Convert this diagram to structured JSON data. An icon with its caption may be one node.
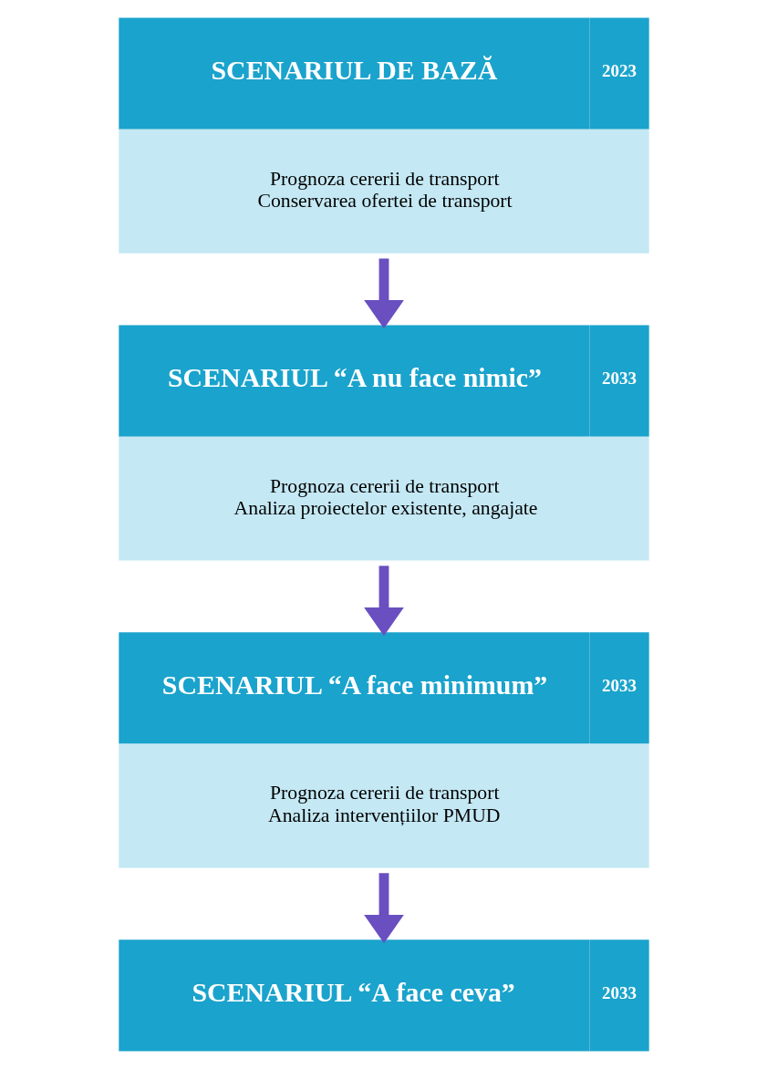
{
  "diagram": {
    "nodes": [
      {
        "text": [
          "SCENARIUL DE BAZĂ",
          "2023",
          "Prognoza cererii de transport",
          "Conservarea ofertei de transport"
        ]
      },
      {
        "text": [
          "SCENARIUL “A nu face nimic”",
          "2033",
          "Prognoza cererii de transport",
          "Analiza proiectelor existente, angajate"
        ]
      },
      {
        "text": [
          "SCENARIUL “A face minimum”",
          "2033",
          "Prognoza cererii de transport",
          "Analiza intervențiilor PMUD"
        ]
      },
      {
        "text": [
          "SCENARIUL “A face ceva”",
          "2033"
        ]
      }
    ],
    "edges": [
      {
        "from": 0,
        "to": 1,
        "arrow": "to"
      },
      {
        "from": 1,
        "to": 2,
        "arrow": "to"
      },
      {
        "from": 2,
        "to": 3,
        "arrow": "to"
      }
    ]
  }
}
